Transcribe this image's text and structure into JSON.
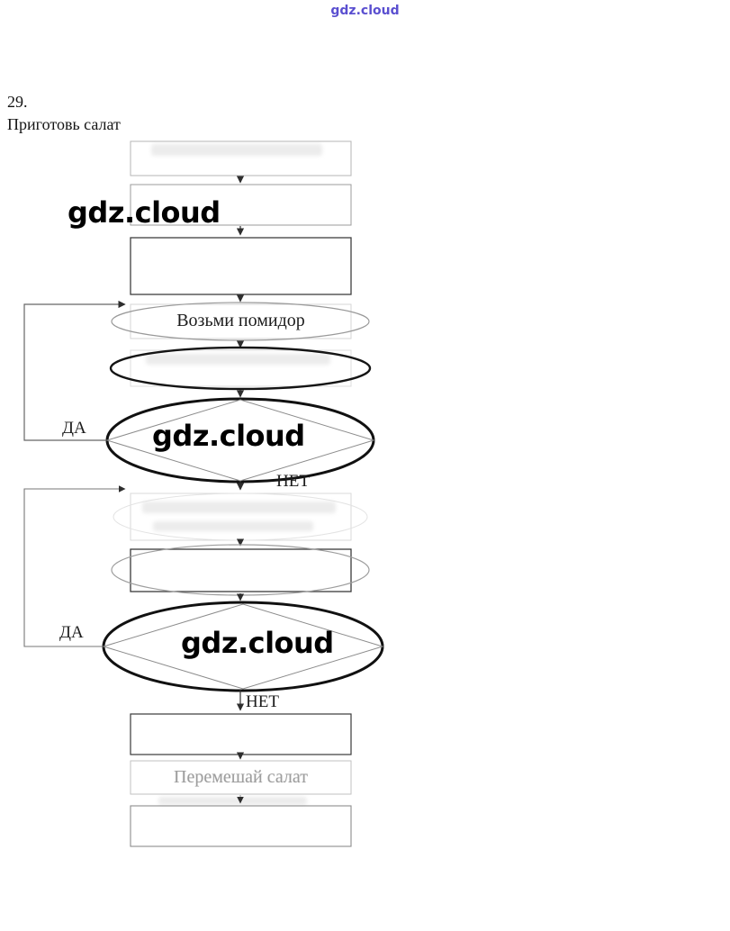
{
  "page": {
    "watermark_top": "gdz.cloud",
    "problem_number": "29.",
    "title": "Приготовь салат"
  },
  "flowchart": {
    "overlay_watermark": "gdz.cloud",
    "nodes": [
      {
        "id": "step-1",
        "shape": "rectangle",
        "label": ""
      },
      {
        "id": "step-2",
        "shape": "rectangle",
        "label": ""
      },
      {
        "id": "step-3",
        "shape": "rectangle",
        "label": ""
      },
      {
        "id": "step-take-tomato",
        "shape": "rectangle-in-ellipse",
        "label": "Возьми помидор"
      },
      {
        "id": "step-5",
        "shape": "rectangle-in-ellipse",
        "label": ""
      },
      {
        "id": "decision-1",
        "shape": "diamond-in-ellipse",
        "label": "",
        "yes_label": "ДА",
        "no_label": "НЕТ"
      },
      {
        "id": "step-7",
        "shape": "rectangle",
        "label": ""
      },
      {
        "id": "step-8",
        "shape": "rectangle-in-ellipse",
        "label": ""
      },
      {
        "id": "decision-2",
        "shape": "diamond-in-ellipse",
        "label": "",
        "yes_label": "ДА",
        "no_label": "НЕТ"
      },
      {
        "id": "step-10",
        "shape": "rectangle",
        "label": ""
      },
      {
        "id": "step-mix-salad",
        "shape": "rectangle",
        "label": "Перемешай салат"
      },
      {
        "id": "step-12",
        "shape": "rectangle",
        "label": ""
      }
    ]
  }
}
